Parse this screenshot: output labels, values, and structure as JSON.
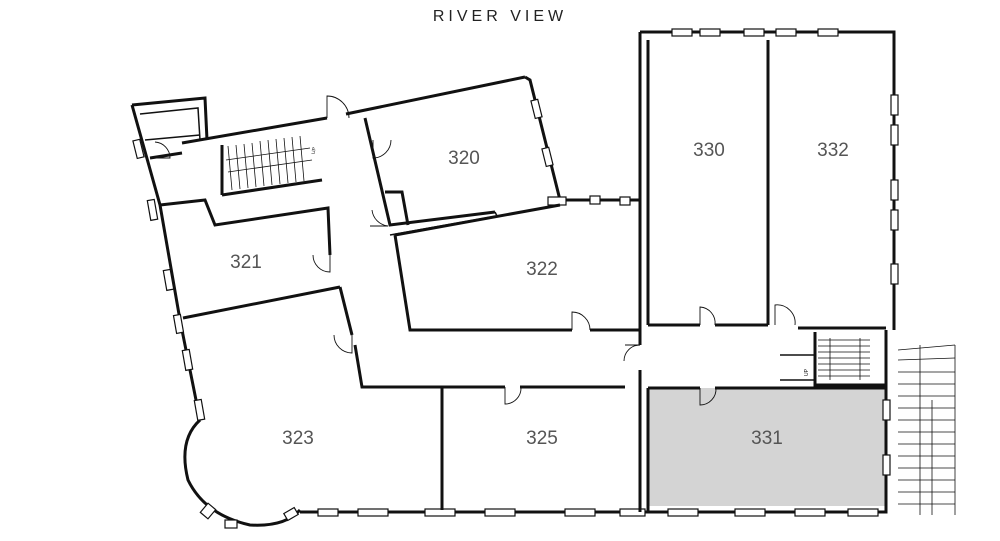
{
  "title": "RIVER VIEW",
  "rooms": [
    {
      "id": "320",
      "label": "320",
      "highlighted": false
    },
    {
      "id": "321",
      "label": "321",
      "highlighted": false
    },
    {
      "id": "322",
      "label": "322",
      "highlighted": false
    },
    {
      "id": "323",
      "label": "323",
      "highlighted": false
    },
    {
      "id": "325",
      "label": "325",
      "highlighted": false
    },
    {
      "id": "330",
      "label": "330",
      "highlighted": false
    },
    {
      "id": "331",
      "label": "331",
      "highlighted": true
    },
    {
      "id": "332",
      "label": "332",
      "highlighted": false
    }
  ],
  "stair_notes": [
    "UP",
    "UP"
  ],
  "colors": {
    "wall": "#111111",
    "highlight": "#d4d4d4",
    "label": "#555555"
  }
}
